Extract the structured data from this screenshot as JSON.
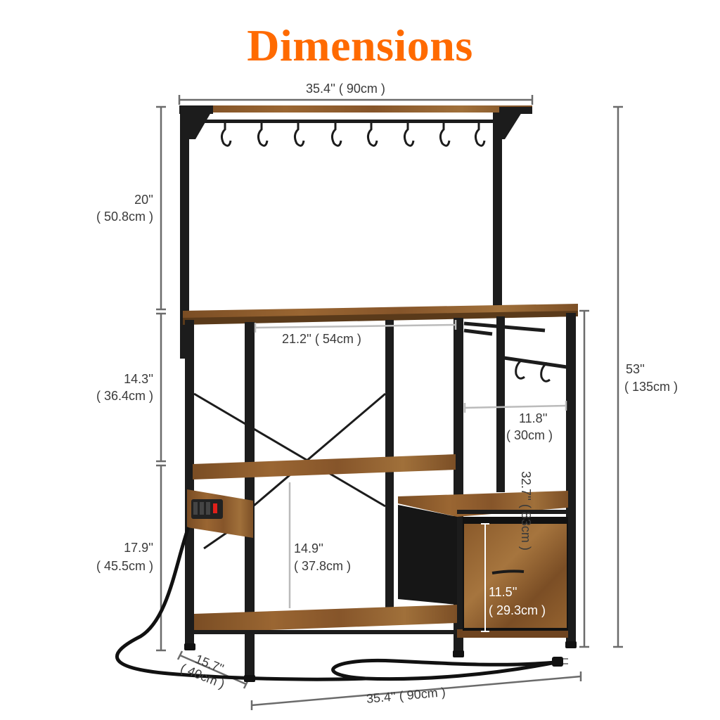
{
  "title": "Dimensions",
  "colors": {
    "title": "#ff6a00",
    "dimension_line": "#6b6b6b",
    "frame": "#1c1c1c",
    "wood": "#8a5a2b",
    "wood_light": "#a8733c",
    "fabric_bin": "#161616",
    "switch": "#e0201a"
  },
  "product": {
    "name": "Bakers rack with hooks, drawer and power strip",
    "top_hooks_count": 8,
    "side_hooks_count": 2,
    "power_strip_outlets": 3
  },
  "dimensions": {
    "top_width": {
      "in": "35.4''",
      "cm": "( 90cm )",
      "text": "35.4'' ( 90cm )"
    },
    "top_section_height": {
      "in": "20''",
      "cm": "( 50.8cm )"
    },
    "upper_shelf_gap": {
      "in": "14.3''",
      "cm": "( 36.4cm )"
    },
    "lower_section_height": {
      "in": "17.9''",
      "cm": "( 45.5cm )"
    },
    "total_height": {
      "in": "53''",
      "cm": "( 135cm )"
    },
    "inner_width": {
      "text": "21.2'' ( 54cm )"
    },
    "side_hanger_width": {
      "in": "11.8''",
      "cm": "( 30cm )"
    },
    "counter_height": {
      "text": "32.7'' ( 83cm )"
    },
    "lower_clearance": {
      "in": "14.9''",
      "cm": "( 37.8cm )"
    },
    "drawer_height": {
      "in": "11.5''",
      "cm": "( 29.3cm )"
    },
    "depth": {
      "in": "15.7''",
      "cm": "( 40cm )"
    },
    "bottom_width": {
      "text": "35.4'' ( 90cm )"
    }
  }
}
